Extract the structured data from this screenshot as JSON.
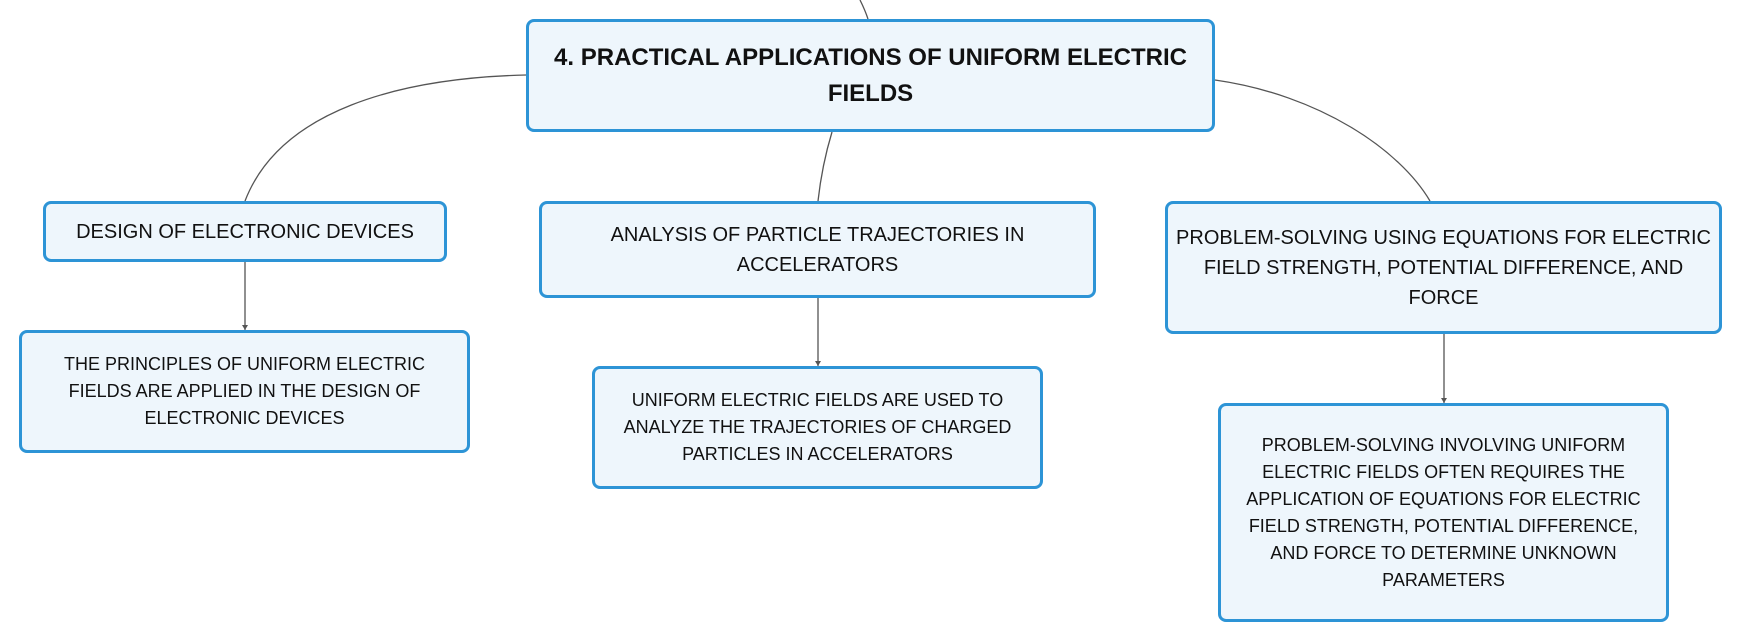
{
  "mindmap": {
    "root": {
      "label": "4. PRACTICAL APPLICATIONS OF UNIFORM ELECTRIC FIELDS"
    },
    "branches": [
      {
        "label": "DESIGN OF ELECTRONIC DEVICES",
        "detail": "THE PRINCIPLES OF UNIFORM ELECTRIC FIELDS ARE APPLIED IN THE DESIGN OF ELECTRONIC DEVICES"
      },
      {
        "label": "ANALYSIS OF PARTICLE TRAJECTORIES IN ACCELERATORS",
        "detail": "UNIFORM ELECTRIC FIELDS ARE USED TO ANALYZE THE TRAJECTORIES OF CHARGED PARTICLES IN ACCELERATORS"
      },
      {
        "label": "PROBLEM-SOLVING USING EQUATIONS FOR ELECTRIC FIELD STRENGTH, POTENTIAL DIFFERENCE, AND FORCE",
        "detail": "PROBLEM-SOLVING INVOLVING UNIFORM ELECTRIC FIELDS OFTEN REQUIRES THE APPLICATION OF EQUATIONS FOR ELECTRIC FIELD STRENGTH, POTENTIAL DIFFERENCE, AND FORCE TO DETERMINE UNKNOWN PARAMETERS"
      }
    ]
  },
  "colors": {
    "node_border": "#2d94d6",
    "node_fill": "#eef6fc",
    "connector": "#555555",
    "text": "#111111"
  }
}
